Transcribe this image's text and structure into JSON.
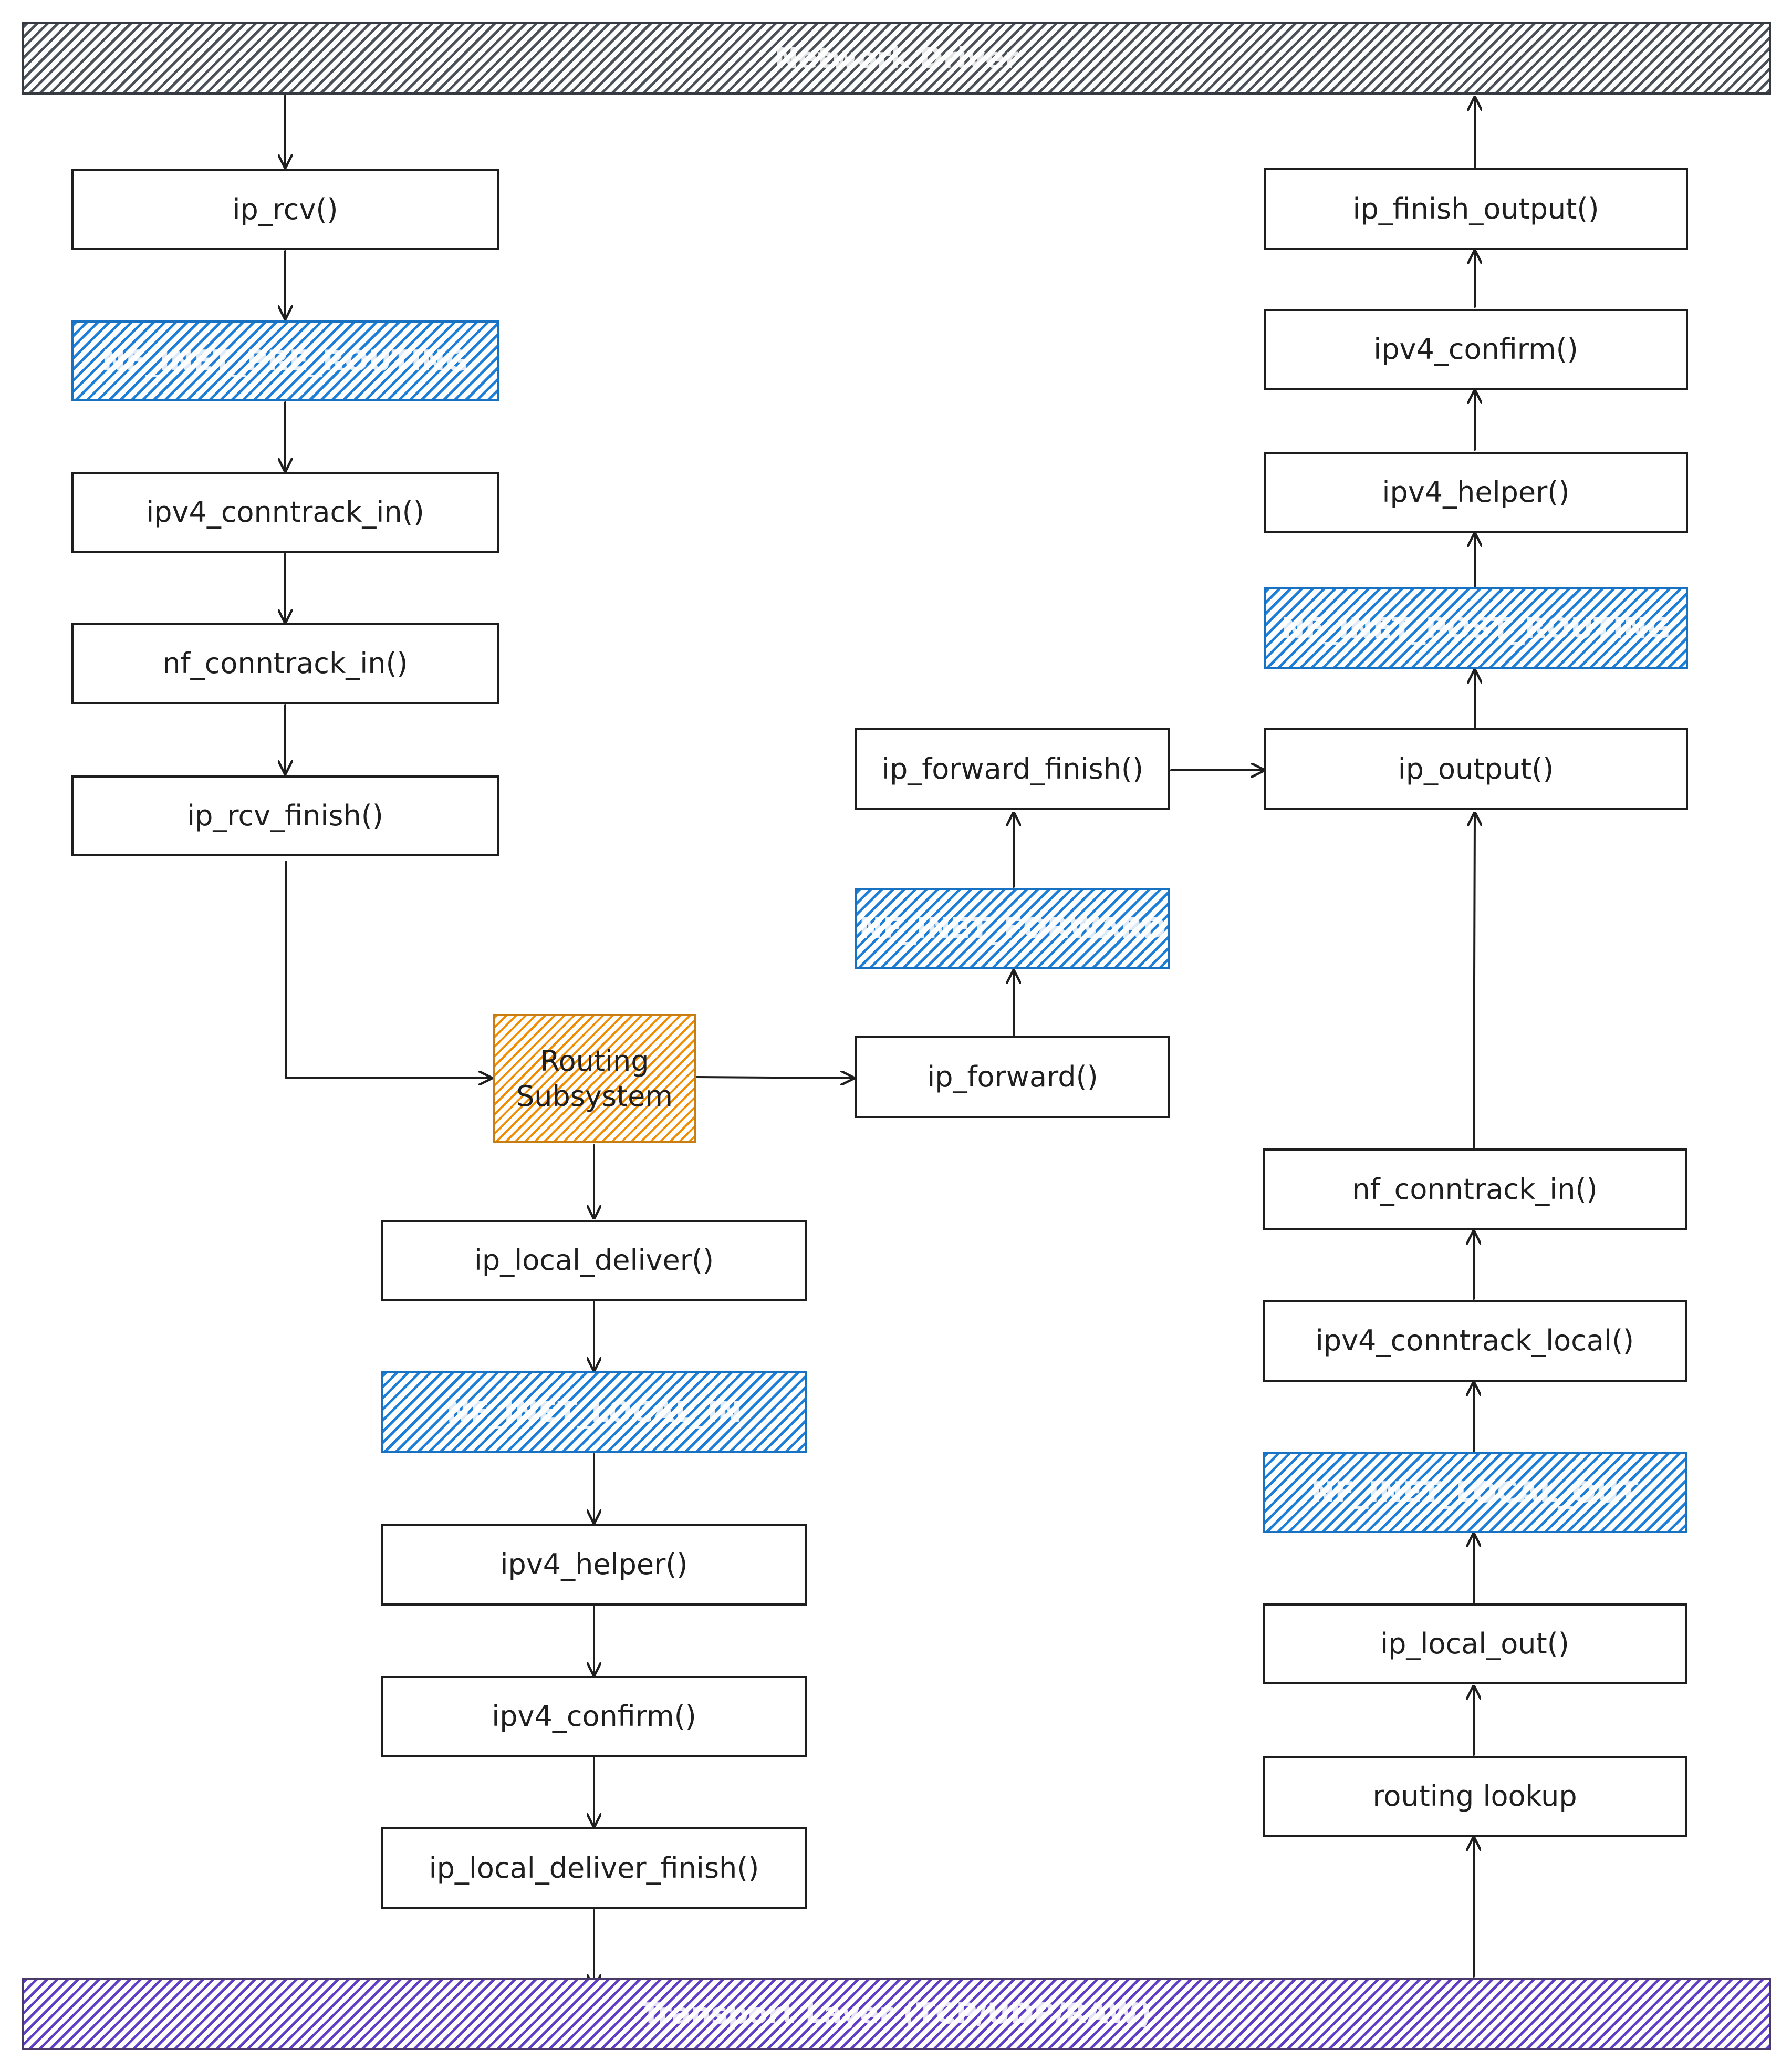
{
  "colors": {
    "stroke": "#1e1e1e",
    "hook_fill": "#1c7ed6",
    "routing_fill": "#f08c00",
    "top_bar_fill": "#495057",
    "bottom_bar_fill": "#5f3dc4"
  },
  "nodes": {
    "network_driver": "Network Driver",
    "ip_rcv": "ip_rcv()",
    "nf_inet_pre_routing": "NF_INET_PRE_ROUTING",
    "ipv4_conntrack_in": "ipv4_conntrack_in()",
    "nf_conntrack_in_left": "nf_conntrack_in()",
    "ip_rcv_finish": "ip_rcv_finish()",
    "routing_subsystem": "Routing\nSubsystem",
    "ip_forward": "ip_forward()",
    "nf_inet_forward": "NF_INET_FORWARD",
    "ip_forward_finish": "ip_forward_finish()",
    "ip_local_deliver": "ip_local_deliver()",
    "nf_inet_local_in": "NF_INET_LOCAL_IN",
    "ipv4_helper_left": "ipv4_helper()",
    "ipv4_confirm_left": "ipv4_confirm()",
    "ip_local_deliver_finish": "ip_local_deliver_finish()",
    "transport_layer": "Transport Layer (TCP/UDP/RAW)",
    "ip_finish_output": "ip_finish_output()",
    "ipv4_confirm_right": "ipv4_confirm()",
    "ipv4_helper_right": "ipv4_helper()",
    "nf_inet_post_routing": "NF_INET_POST_ROUTING",
    "ip_output": "ip_output()",
    "nf_conntrack_in_right": "nf_conntrack_in()",
    "ipv4_conntrack_local": "ipv4_conntrack_local()",
    "nf_inet_local_out": "NF_INET_LOCAL_OUT",
    "ip_local_out": "ip_local_out()",
    "routing_lookup": "routing lookup"
  }
}
